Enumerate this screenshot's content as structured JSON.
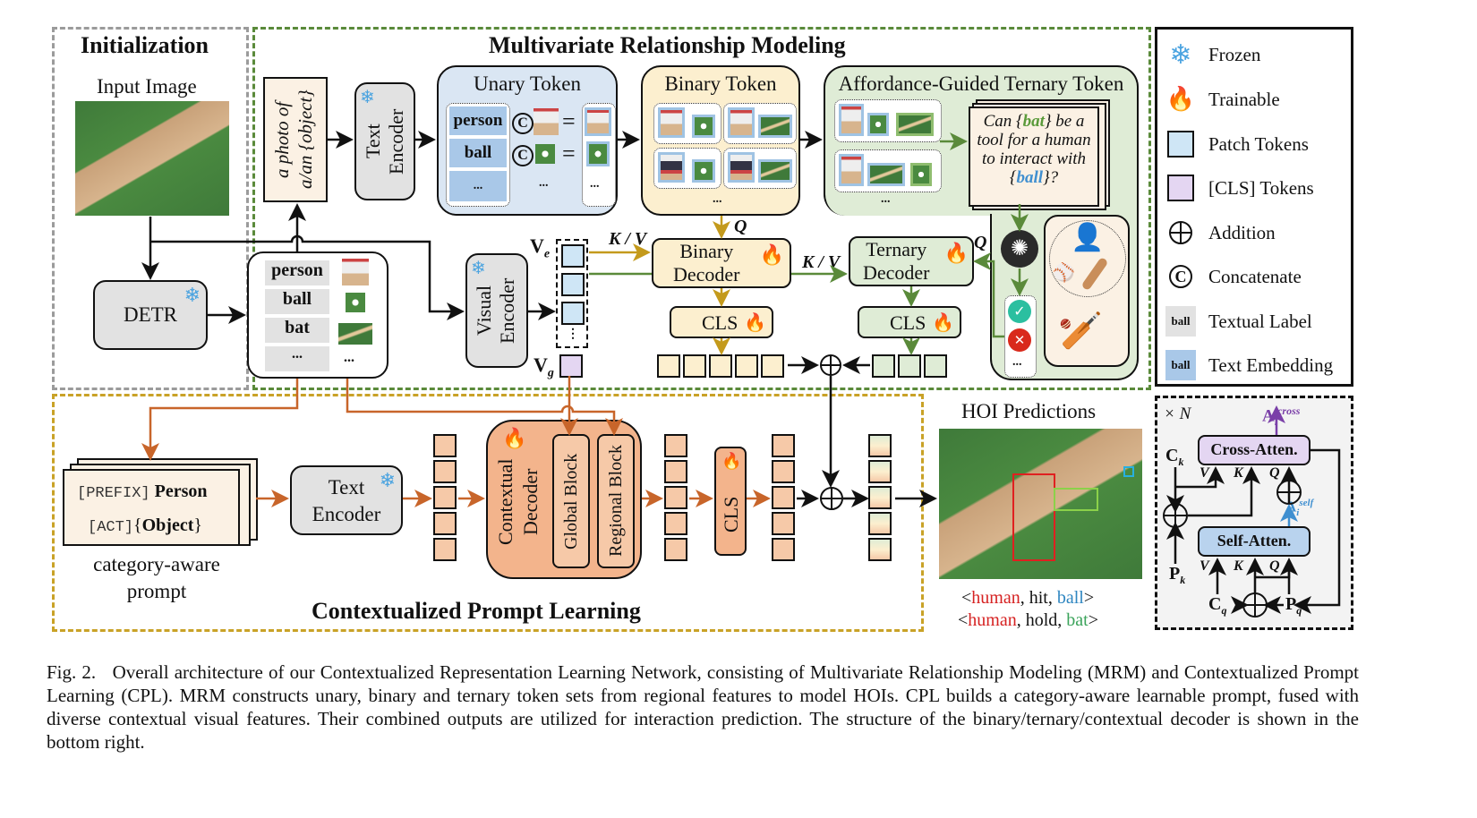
{
  "sections": {
    "initialization": "Initialization",
    "mrm": "Multivariate Relationship Modeling",
    "cpl": "Contextualized Prompt Learning"
  },
  "initialization": {
    "input_image_label": "Input Image",
    "detr_label": "DETR",
    "detections": [
      {
        "label": "person"
      },
      {
        "label": "ball"
      },
      {
        "label": "bat"
      },
      {
        "label": "..."
      }
    ],
    "detections_more": "..."
  },
  "mrm": {
    "prompt_template_line1": "a photo of",
    "prompt_template_line2": "a/an {object}",
    "text_encoder_line1": "Text",
    "text_encoder_line2": "Encoder",
    "unary": {
      "title": "Unary Token",
      "rows": [
        {
          "label": "person"
        },
        {
          "label": "ball"
        },
        {
          "label": "..."
        }
      ],
      "concat_symbol": "C",
      "equals": "=",
      "more": "..."
    },
    "binary_token": {
      "title": "Binary Token",
      "more": "..."
    },
    "ternary_token": {
      "title": "Affordance-Guided Ternary Token",
      "more": "...",
      "question_prefix": "Can {",
      "question_obj1": "bat",
      "question_mid": "} be a tool for a human to interact with {",
      "question_obj2": "ball",
      "question_suffix": "}?"
    },
    "visual_encoder_line1": "Visual",
    "visual_encoder_line2": "Encoder",
    "ve_label": "V",
    "ve_sub": "e",
    "vg_label": "V",
    "vg_sub": "g",
    "kv_label": "K / V",
    "q_label": "Q",
    "binary_decoder_line1": "Binary",
    "binary_decoder_line2": "Decoder",
    "ternary_decoder_line1": "Ternary",
    "ternary_decoder_line2": "Decoder",
    "cls_label": "CLS",
    "check_more": "..."
  },
  "cpl": {
    "prompt_line1_mono": "[PREFIX]",
    "prompt_line1_bold": "Person",
    "prompt_line2_mono": "[ACT]",
    "prompt_line2_bold": "Object",
    "prompt_caption_line1": "category-aware",
    "prompt_caption_line2": "prompt",
    "text_encoder_line1": "Text",
    "text_encoder_line2": "Encoder",
    "contextual_decoder_line1": "Contextual",
    "contextual_decoder_line2": "Decoder",
    "global_block": "Global Block",
    "regional_block": "Regional Block",
    "cls_label": "CLS"
  },
  "hoi": {
    "title": "HOI Predictions",
    "triplets": [
      {
        "subject": "human",
        "verb": "hit",
        "object": "ball",
        "object_color": "#2e86c1"
      },
      {
        "subject": "human",
        "verb": "hold",
        "object": "bat",
        "object_color": "#3aa35a"
      }
    ],
    "subject_color": "#d62222"
  },
  "legend": [
    {
      "icon": "snowflake-icon",
      "label": "Frozen"
    },
    {
      "icon": "flame-icon",
      "label": "Trainable"
    },
    {
      "icon": "patch-token-swatch",
      "label": "Patch Tokens"
    },
    {
      "icon": "cls-token-swatch",
      "label": "[CLS] Tokens"
    },
    {
      "icon": "addition-icon",
      "label": "Addition"
    },
    {
      "icon": "concatenate-icon",
      "label": "Concatenate"
    },
    {
      "icon": "textual-label-swatch",
      "label": "Textual Label",
      "swatch_text": "ball"
    },
    {
      "icon": "text-embedding-swatch",
      "label": "Text Embedding",
      "swatch_text": "ball"
    }
  ],
  "decoder_structure": {
    "repeat": "× N",
    "cross_atten": "Cross-Atten.",
    "self_atten": "Self-Atten.",
    "a_cross": "A",
    "a_cross_sub": "i",
    "a_cross_sup": "cross",
    "a_self": "A",
    "a_self_sub": "i",
    "a_self_sup": "self",
    "ck": "C",
    "ck_sub": "k",
    "pk": "P",
    "pk_sub": "k",
    "cq": "C",
    "cq_sub": "q",
    "pq": "P",
    "pq_sub": "q",
    "v": "V",
    "k": "K",
    "q": "Q"
  },
  "caption": {
    "fig": "Fig. 2.",
    "text": "Overall architecture of our Contextualized Representation Learning Network, consisting of Multivariate Relationship Modeling (MRM) and Contextualized Prompt Learning (CPL). MRM constructs unary, binary and ternary token sets from regional features to model HOIs. CPL builds a category-aware learnable prompt, fused with diverse contextual visual features. Their combined outputs are utilized for interaction prediction. The structure of the binary/ternary/contextual decoder is shown in the bottom right."
  },
  "colors": {
    "gold_arrow": "#c49a1c",
    "green_arrow": "#5a8a3a",
    "orange_arrow": "#c8652a",
    "purple_arrow": "#7a3fa8",
    "blue_arrow": "#3f8fd0"
  },
  "symbols": {
    "ellipsis": "...",
    "snow": "❄",
    "flame": "🔥",
    "plus_circle": "⊕",
    "check": "✓",
    "cross": "✕"
  }
}
